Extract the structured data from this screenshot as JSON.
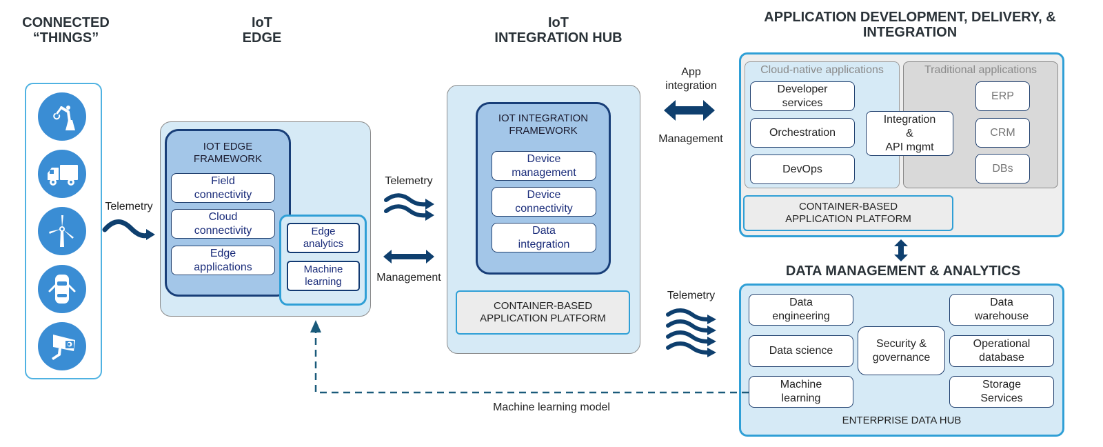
{
  "colors": {
    "accent_blue": "#3a8dd4",
    "frame_cyan": "#2f9fd6",
    "navy": "#1f3f6e",
    "arrow_navy": "#0e3f6e",
    "panel_light_blue": "#d6eaf6",
    "framework_blue": "#a3c6e8",
    "traditional_grey": "#d9d9d9"
  },
  "columns": {
    "things": {
      "heading": "CONNECTED\n“THINGS”"
    },
    "edge": {
      "heading": "IoT\nEDGE"
    },
    "hub": {
      "heading": "IoT\nINTEGRATION HUB"
    },
    "appdev": {
      "heading": "APPLICATION DEVELOPMENT, DELIVERY, &\nINTEGRATION"
    },
    "data": {
      "heading": "DATA MANAGEMENT & ANALYTICS"
    }
  },
  "things": {
    "icons": [
      {
        "name": "robot-arm-icon"
      },
      {
        "name": "truck-icon"
      },
      {
        "name": "wind-turbine-icon"
      },
      {
        "name": "car-icon"
      },
      {
        "name": "security-camera-icon"
      }
    ]
  },
  "connectors": {
    "things_to_edge": "Telemetry",
    "edge_to_hub_telemetry": "Telemetry",
    "edge_to_hub_management": "Management",
    "hub_to_app_integration": "App\nintegration",
    "hub_to_app_management": "Management",
    "hub_to_data_telemetry": "Telemetry",
    "ml_model_feedback": "Machine learning model"
  },
  "edge": {
    "framework_title": "IOT EDGE\nFRAMEWORK",
    "items": [
      "Field\nconnectivity",
      "Cloud\nconnectivity",
      "Edge\napplications"
    ],
    "analytics_items": [
      "Edge\nanalytics",
      "Machine\nlearning"
    ]
  },
  "hub": {
    "framework_title": "IOT INTEGRATION\nFRAMEWORK",
    "items": [
      "Device\nmanagement",
      "Device\nconnectivity",
      "Data\nintegration"
    ],
    "platform": "CONTAINER-BASED\nAPPLICATION PLATFORM"
  },
  "appdev": {
    "cloud_native_title": "Cloud-native applications",
    "cloud_native_items": [
      "Developer\nservices",
      "Orchestration",
      "DevOps"
    ],
    "integration_item": "Integration\n&\nAPI mgmt",
    "traditional_title": "Traditional applications",
    "traditional_items": [
      "ERP",
      "CRM",
      "DBs"
    ],
    "platform": "CONTAINER-BASED\nAPPLICATION PLATFORM"
  },
  "data": {
    "left_items": [
      "Data\nengineering",
      "Data science",
      "Machine\nlearning"
    ],
    "center_item": "Security &\ngovernance",
    "right_items": [
      "Data\nwarehouse",
      "Operational\ndatabase",
      "Storage\nServices"
    ],
    "hub_label": "ENTERPRISE DATA HUB"
  }
}
